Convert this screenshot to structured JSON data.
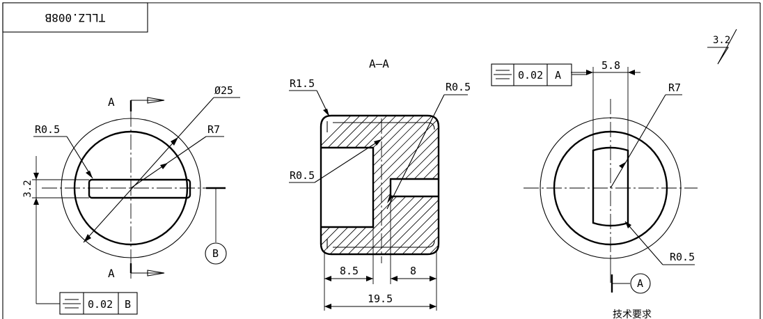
{
  "title_block": {
    "drawing_number": "TLLZ.008B"
  },
  "section_view": {
    "title": "A—A",
    "radius_outer": "R1.5",
    "radius_inner_top": "R0.5",
    "radius_inner_left": "R0.5",
    "dim_left": "8.5",
    "dim_right": "8",
    "dim_total": "19.5"
  },
  "left_view": {
    "section_mark_top": "A",
    "section_mark_bottom": "A",
    "diameter": "Ø25",
    "radius_slot": "R0.5",
    "radius_bore": "R7",
    "slot_width": "3.2",
    "datum_label": "B",
    "fcf": {
      "tolerance": "0.02",
      "datum": "B"
    }
  },
  "right_view": {
    "slot_width": "5.8",
    "radius_bore": "R7",
    "radius_fillet": "R0.5",
    "datum_label": "A",
    "fcf": {
      "tolerance": "0.02",
      "datum": "A"
    }
  },
  "surface_finish": {
    "value": "3.2"
  },
  "notes": {
    "heading": "技术要求"
  }
}
